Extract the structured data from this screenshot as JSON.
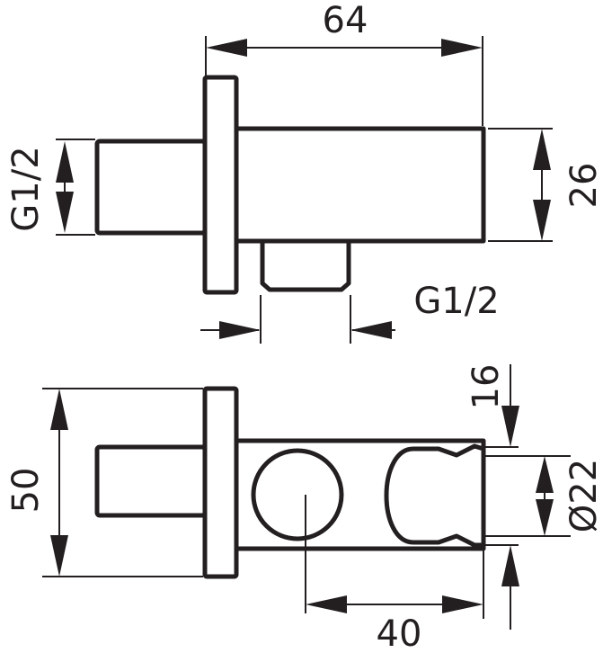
{
  "labels": {
    "length": "64",
    "height": "26",
    "thread_inlet": "G1/2",
    "thread_outlet": "G1/2",
    "total_height": "50",
    "offset": "16",
    "diameter": "Ø22",
    "spacing": "40"
  },
  "colors": {
    "line": "#231f20",
    "background": "#ffffff"
  }
}
